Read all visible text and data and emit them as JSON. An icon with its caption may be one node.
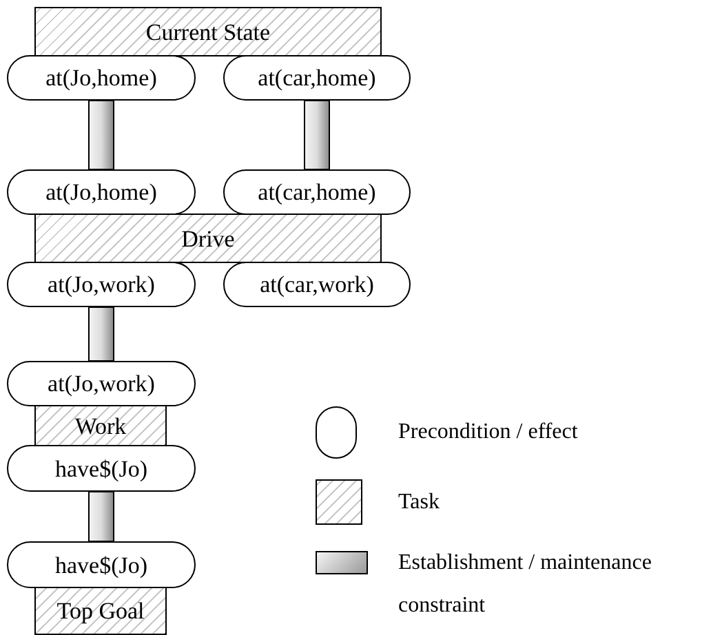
{
  "diagram": {
    "nodes": [
      {
        "text": [
          "Current State"
        ]
      },
      {
        "text": [
          "at(Jo,home)"
        ]
      },
      {
        "text": [
          "at(car,home)"
        ]
      },
      {
        "text": [
          "at(Jo,home)"
        ]
      },
      {
        "text": [
          "at(car,home)"
        ]
      },
      {
        "text": [
          "Drive"
        ]
      },
      {
        "text": [
          "at(Jo,work)"
        ]
      },
      {
        "text": [
          "at(car,work)"
        ]
      },
      {
        "text": [
          "at(Jo,work)"
        ]
      },
      {
        "text": [
          "Work"
        ]
      },
      {
        "text": [
          "have$(Jo)"
        ]
      },
      {
        "text": [
          "have$(Jo)"
        ]
      },
      {
        "text": [
          "Top Goal"
        ]
      }
    ],
    "edges": [
      {
        "from": 1,
        "to": 3,
        "arrow": "none"
      },
      {
        "from": 2,
        "to": 4,
        "arrow": "none"
      },
      {
        "from": 6,
        "to": 8,
        "arrow": "none"
      },
      {
        "from": 10,
        "to": 11,
        "arrow": "none"
      }
    ],
    "legend": [
      {
        "text": "Precondition / effect"
      },
      {
        "text": "Task"
      },
      {
        "text": "Establishment / maintenance constraint"
      }
    ]
  }
}
